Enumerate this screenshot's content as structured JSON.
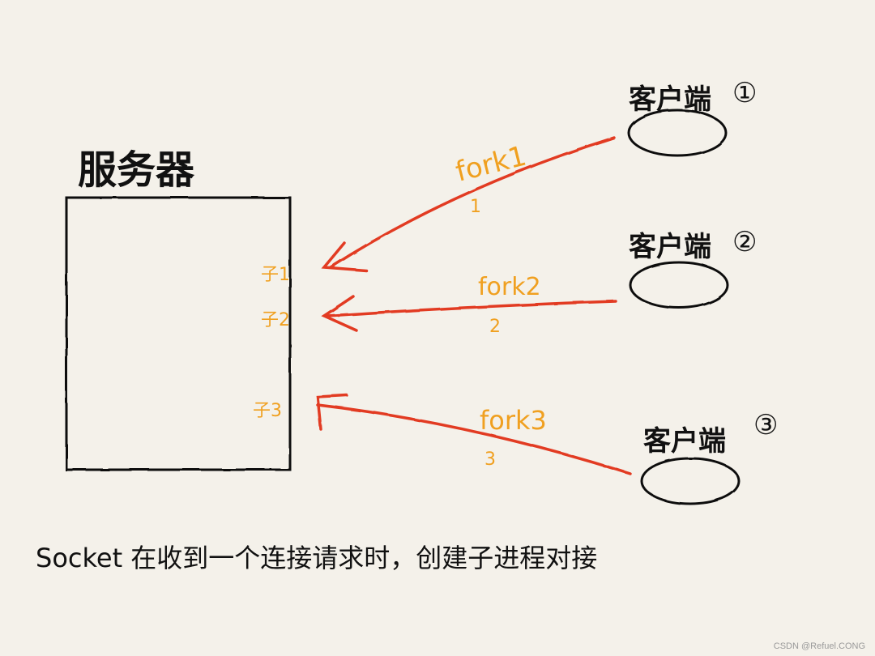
{
  "title": "服务器",
  "clients": [
    {
      "label": "客户端",
      "mark": "①"
    },
    {
      "label": "客户端",
      "mark": "②"
    },
    {
      "label": "客户端",
      "mark": "③"
    }
  ],
  "forks": [
    {
      "label": "fork1",
      "num": "1",
      "child": "子1"
    },
    {
      "label": "fork2",
      "num": "2",
      "child": "子2"
    },
    {
      "label": "fork3",
      "num": "3",
      "child": "子3"
    }
  ],
  "caption": "Socket 在收到一个连接请求时，创建子进程对接",
  "watermark": "CSDN @Refuel.CONG",
  "colors": {
    "ink": "#111111",
    "arrow": "#e23a23",
    "label": "#f0a020"
  }
}
